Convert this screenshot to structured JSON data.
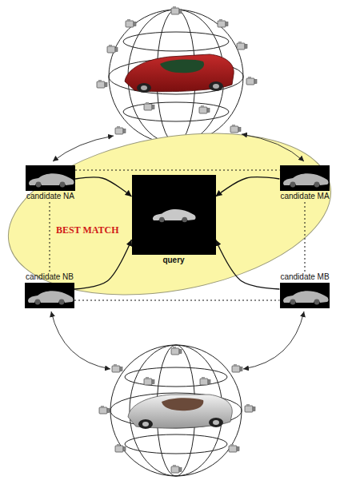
{
  "diagram": {
    "nodes": [
      {
        "text": [
          "BEST MATCH"
        ]
      },
      {
        "text": [
          "candidate NA"
        ],
        "in": 0
      },
      {
        "text": [
          "query"
        ],
        "in": 0
      },
      {
        "text": [
          "candidate MA"
        ]
      },
      {
        "text": [
          "candidate NB"
        ]
      },
      {
        "text": [
          "candidate MB"
        ]
      }
    ],
    "edges": [
      {
        "from": 1,
        "to": 2,
        "arrow": "to"
      },
      {
        "from": 3,
        "to": 2,
        "arrow": "to"
      },
      {
        "from": 4,
        "to": 2,
        "arrow": "to"
      },
      {
        "from": 5,
        "to": 2,
        "arrow": "to"
      },
      {
        "from": 1,
        "to": 3,
        "arrow": "none"
      },
      {
        "from": 4,
        "to": 5,
        "arrow": "none"
      },
      {
        "from": 1,
        "to": 4,
        "arrow": "none"
      },
      {
        "from": 3,
        "to": 5,
        "arrow": "none"
      }
    ]
  }
}
